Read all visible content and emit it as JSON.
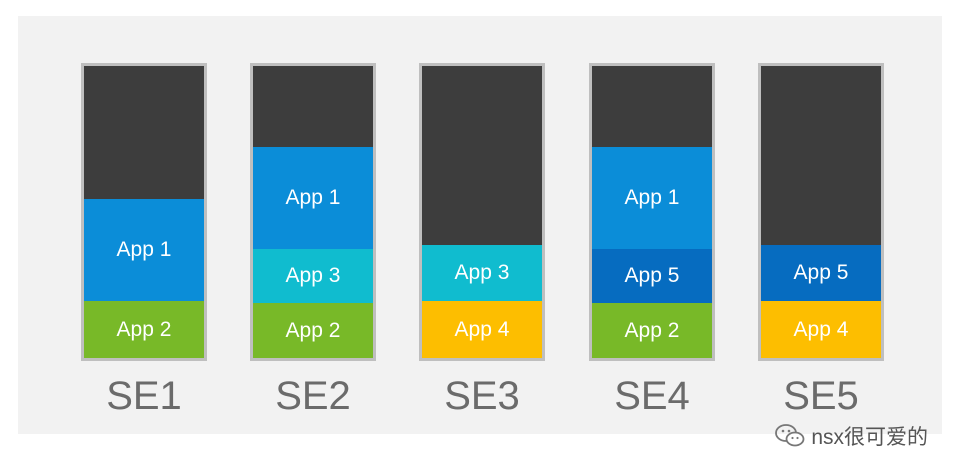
{
  "colors": {
    "app1": "#0b8dd8",
    "app2": "#78b928",
    "app3": "#10bccf",
    "app4": "#fdbe00",
    "app5": "#066cc0",
    "free": "#3d3d3d"
  },
  "engines": [
    {
      "name": "SE1",
      "apps": [
        {
          "label": "App 1",
          "color": "app1",
          "h": 102
        },
        {
          "label": "App 2",
          "color": "app2",
          "h": 57
        }
      ]
    },
    {
      "name": "SE2",
      "apps": [
        {
          "label": "App 1",
          "color": "app1",
          "h": 102
        },
        {
          "label": "App 3",
          "color": "app3",
          "h": 54
        },
        {
          "label": "App 2",
          "color": "app2",
          "h": 55
        }
      ]
    },
    {
      "name": "SE3",
      "apps": [
        {
          "label": "App 3",
          "color": "app3",
          "h": 56
        },
        {
          "label": "App 4",
          "color": "app4",
          "h": 57
        }
      ]
    },
    {
      "name": "SE4",
      "apps": [
        {
          "label": "App 1",
          "color": "app1",
          "h": 102
        },
        {
          "label": "App 5",
          "color": "app5",
          "h": 54
        },
        {
          "label": "App 2",
          "color": "app2",
          "h": 55
        }
      ]
    },
    {
      "name": "SE5",
      "apps": [
        {
          "label": "App 5",
          "color": "app5",
          "h": 56
        },
        {
          "label": "App 4",
          "color": "app4",
          "h": 57
        }
      ]
    }
  ],
  "watermark": "nsx很可爱的"
}
